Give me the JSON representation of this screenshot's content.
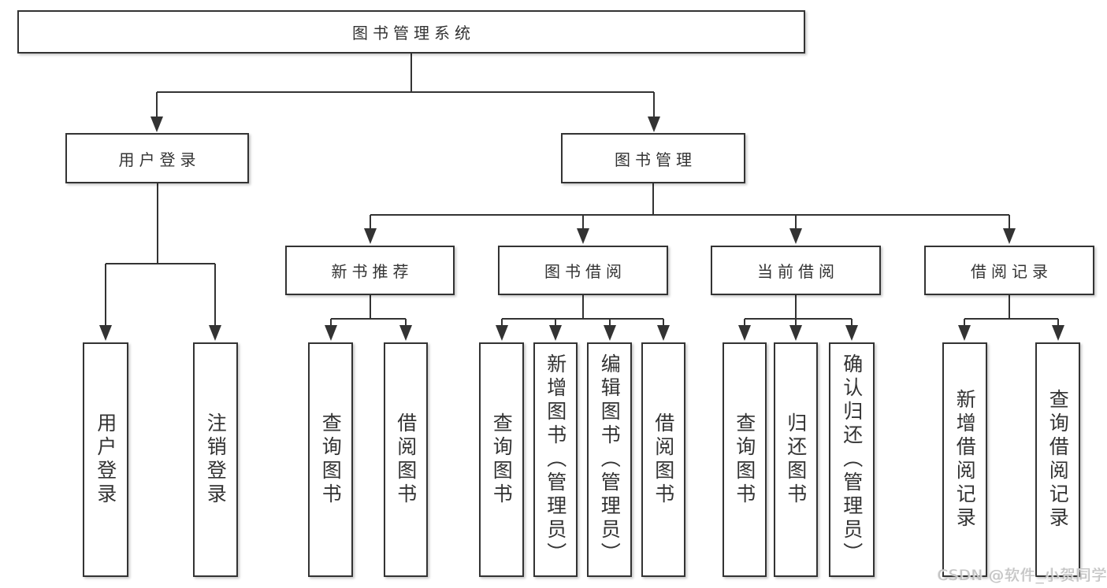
{
  "tree": {
    "root": "图书管理系统",
    "children": [
      {
        "label": "用户登录",
        "children": [
          "用户登录",
          "注销登录"
        ]
      },
      {
        "label": "图书管理",
        "children": [
          {
            "label": "新书推荐",
            "children": [
              "查询图书",
              "借阅图书"
            ]
          },
          {
            "label": "图书借阅",
            "children": [
              "查询图书",
              "新增图书（管理员）",
              "编辑图书（管理员）",
              "借阅图书"
            ]
          },
          {
            "label": "当前借阅",
            "children": [
              "查询图书",
              "归还图书",
              "确认归还（管理员）"
            ]
          },
          {
            "label": "借阅记录",
            "children": [
              "新增借阅记录",
              "查询借阅记录"
            ]
          }
        ]
      }
    ]
  },
  "watermark": "CSDN @软件_小贺同学",
  "colors": {
    "line": "#333333",
    "box_border": "#333333",
    "text": "#333333",
    "background": "#ffffff",
    "watermark": "#c3c3c3"
  }
}
